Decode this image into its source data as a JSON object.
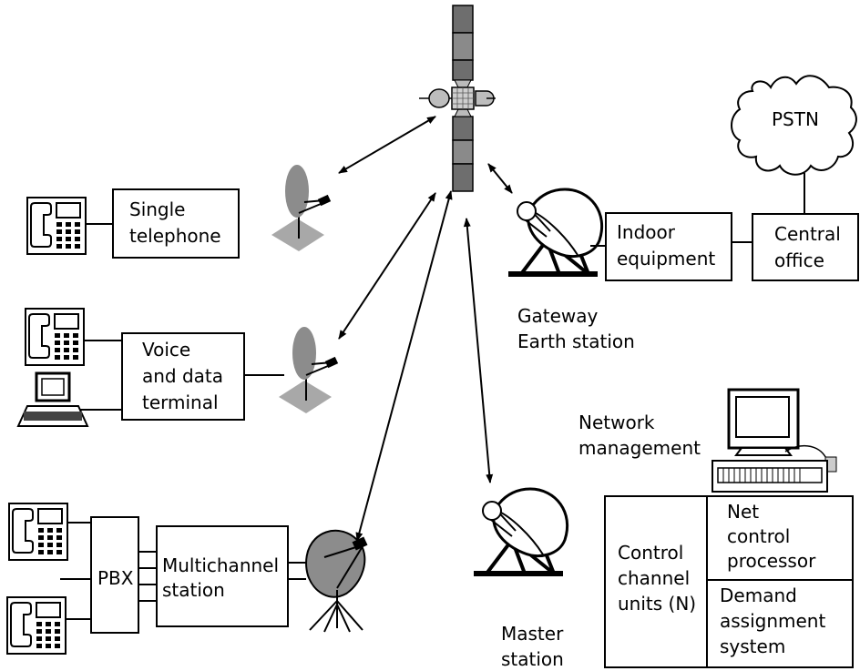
{
  "labels": {
    "pstn": "PSTN",
    "single_telephone": [
      "Single",
      "telephone"
    ],
    "voice_data_terminal": [
      "Voice",
      "and data",
      "terminal"
    ],
    "multichannel_station": [
      "Multichannel",
      "station"
    ],
    "pbx": "PBX",
    "indoor_equipment": [
      "Indoor",
      "equipment"
    ],
    "central_office": [
      "Central",
      "office"
    ],
    "gateway_earth_station": [
      "Gateway",
      "Earth station"
    ],
    "network_management": [
      "Network",
      "management"
    ],
    "net_control_processor": [
      "Net",
      "control",
      "processor"
    ],
    "control_channel_units": [
      "Control",
      "channel",
      "units (N)"
    ],
    "demand_assignment_system": [
      "Demand",
      "assignment",
      "system"
    ],
    "master_station": [
      "Master",
      "station"
    ]
  },
  "icons": {
    "satellite": "satellite-icon",
    "dish": "satellite-dish-icon",
    "telephone": "telephone-icon",
    "terminal": "computer-terminal-icon",
    "workstation": "workstation-icon",
    "cloud": "cloud-icon"
  },
  "colors": {
    "line": "#000000",
    "dish_fill": "#8c8c8c",
    "base_fill": "#a8a8a8",
    "panel_fill": "#6e6e6e"
  }
}
